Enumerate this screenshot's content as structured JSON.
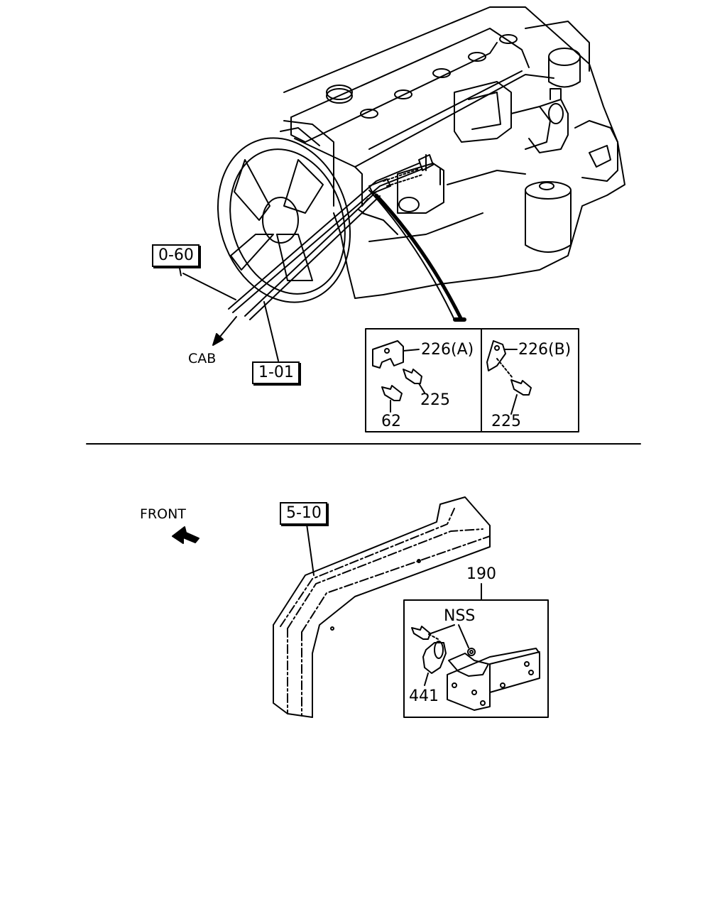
{
  "upper_section": {
    "refs": {
      "ref_0_60": "0-60",
      "ref_1_01": "1-01"
    },
    "direction_label": "CAB",
    "detail_box": {
      "left_panel": {
        "part_226a": "226(A)",
        "part_225": "225",
        "part_62": "62"
      },
      "right_panel": {
        "part_226b": "226(B)",
        "part_225": "225"
      }
    }
  },
  "lower_section": {
    "front_label": "FRONT",
    "ref_5_10": "5-10",
    "part_190": "190",
    "detail_box": {
      "nss": "NSS",
      "part_441": "441"
    }
  }
}
